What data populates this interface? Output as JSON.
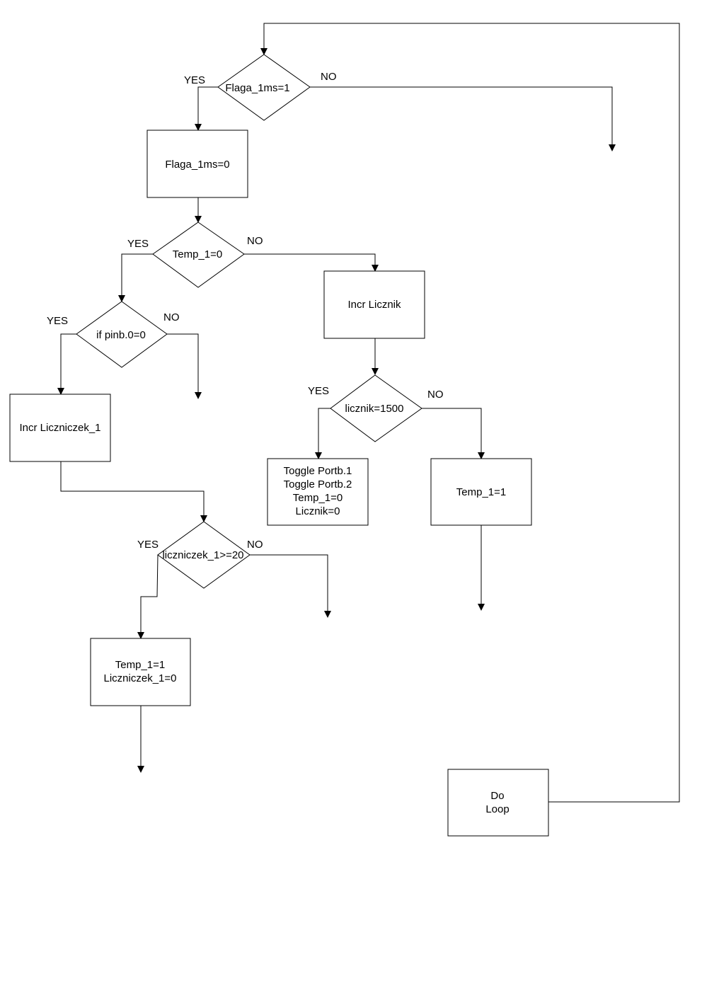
{
  "diagram": {
    "nodes": {
      "flaga_check": {
        "lines": [
          "Flaga_1ms=1"
        ]
      },
      "flaga_reset": {
        "lines": [
          "Flaga_1ms=0"
        ]
      },
      "temp_check": {
        "lines": [
          "Temp_1=0"
        ]
      },
      "pinb_check": {
        "lines": [
          "if pinb.0=0"
        ]
      },
      "incr_licznik": {
        "lines": [
          "Incr Licznik"
        ]
      },
      "licznik_check": {
        "lines": [
          "licznik=1500"
        ]
      },
      "incr_liczniczek": {
        "lines": [
          "Incr Liczniczek_1"
        ]
      },
      "toggle_box": {
        "lines": [
          "Toggle Portb.1",
          "Toggle Portb.2",
          "Temp_1=0",
          "Licznik=0"
        ]
      },
      "temp_set": {
        "lines": [
          "Temp_1=1"
        ]
      },
      "liczniczek_check": {
        "lines": [
          "liczniczek_1>=20"
        ]
      },
      "temp_liczniczek_set": {
        "lines": [
          "Temp_1=1",
          "Liczniczek_1=0"
        ]
      },
      "do_loop": {
        "lines": [
          "Do",
          "Loop"
        ]
      }
    },
    "branch_labels": {
      "flaga_yes": "YES",
      "flaga_no": "NO",
      "temp_yes": "YES",
      "temp_no": "NO",
      "pinb_yes": "YES",
      "pinb_no": "NO",
      "licznik_yes": "YES",
      "licznik_no": "NO",
      "liczniczek_yes": "YES",
      "liczniczek_no": "NO"
    }
  }
}
